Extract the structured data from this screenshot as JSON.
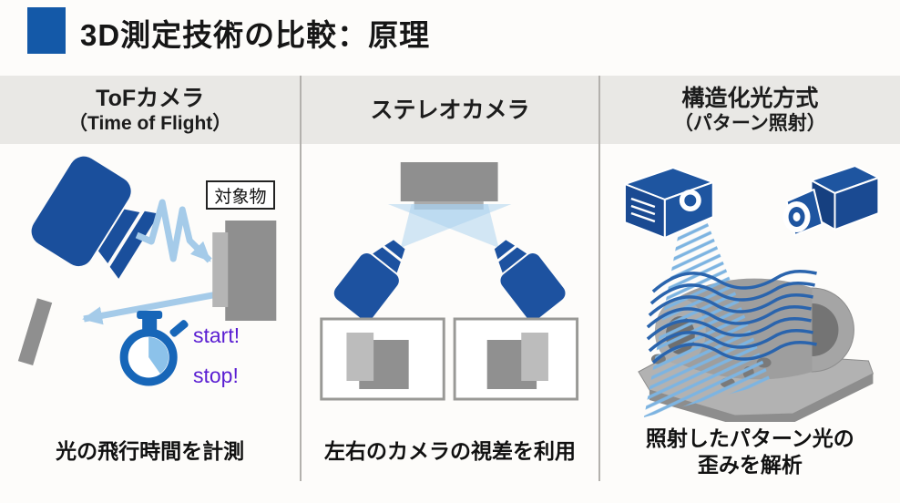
{
  "page": {
    "title": "3D測定技術の比較：原理"
  },
  "colors": {
    "accent": "#1459a8",
    "device_blue": "#1d52a0",
    "stopwatch_blue": "#1766b8",
    "light_arrow_blue": "#a5cbe9",
    "beam_blue": "#a8d0ee",
    "pattern_stripe_blue": "#7db4e1",
    "wave_stripe_blue": "#2a64ad",
    "label_purple": "#5a1ed2",
    "object_gray": "#8f8f8f",
    "header_band_gray": "#e9e8e5"
  },
  "columns": [
    {
      "id": "tof",
      "title": "ToFカメラ",
      "subtitle": "（Time of Flight）",
      "caption_line1": "光の飛行時間を計測",
      "caption_line2": "",
      "figure_labels": {
        "target": "対象物",
        "start": "start!",
        "stop": "stop!"
      },
      "icons": [
        "tof-camera-icon",
        "light-pulse-arrow",
        "return-light-arrow",
        "target-object",
        "receiver-plate",
        "stopwatch-icon"
      ]
    },
    {
      "id": "stereo",
      "title": "ステレオカメラ",
      "subtitle": "",
      "caption_line1": "左右のカメラの視差を利用",
      "caption_line2": "",
      "icons": [
        "stereo-target-object",
        "left-camera-beam",
        "right-camera-beam",
        "left-stereo-camera-icon",
        "right-stereo-camera-icon",
        "left-view-box",
        "right-view-box"
      ]
    },
    {
      "id": "structured-light",
      "title": "構造化光方式",
      "subtitle": "（パターン照射）",
      "caption_line1": "照射したパターン光の",
      "caption_line2": "歪みを解析",
      "icons": [
        "projector-icon",
        "camera-icon",
        "pattern-light-cone",
        "bearing-block-object",
        "distorted-pattern-stripes"
      ]
    }
  ]
}
